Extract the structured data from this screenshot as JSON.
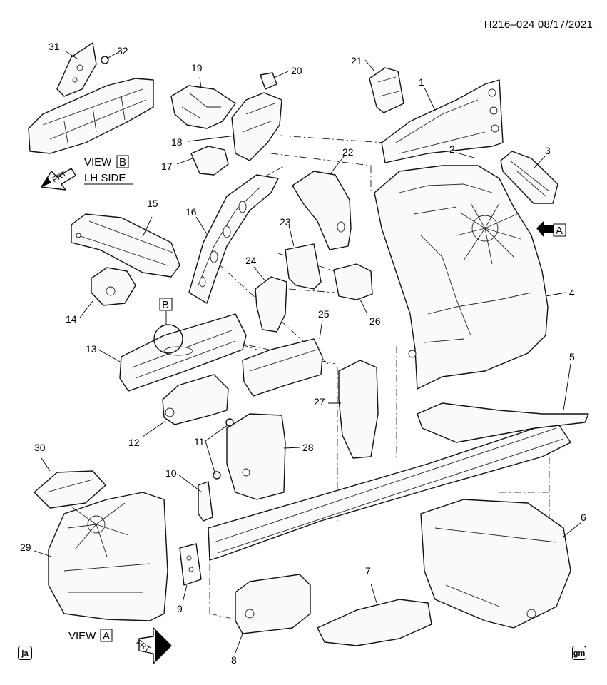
{
  "header": {
    "code": "H216–024 08/17/2021"
  },
  "views": {
    "view_b_prefix": "VIEW",
    "view_b_letter": "B",
    "view_b_side": "LH SIDE",
    "view_a_prefix": "VIEW",
    "view_a_letter": "A",
    "callout_a": "A",
    "callout_b": "B",
    "frt": "FRT"
  },
  "callouts": [
    "1",
    "2",
    "3",
    "4",
    "5",
    "6",
    "7",
    "8",
    "9",
    "10",
    "11",
    "12",
    "13",
    "14",
    "15",
    "16",
    "17",
    "18",
    "19",
    "20",
    "21",
    "22",
    "23",
    "24",
    "25",
    "26",
    "27",
    "28",
    "29",
    "30",
    "31",
    "32"
  ],
  "badges": {
    "left": "ja",
    "right": "gm"
  }
}
